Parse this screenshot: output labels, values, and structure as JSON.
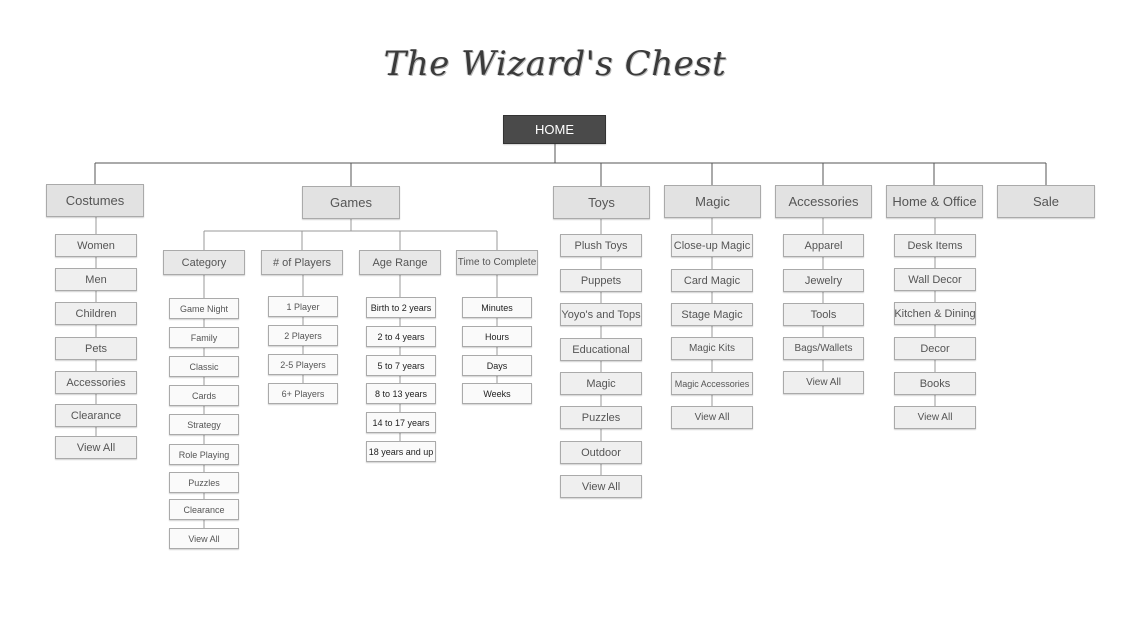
{
  "title": "The Wizard's Chest",
  "home": "HOME",
  "categories": {
    "costumes": {
      "label": "Costumes",
      "items": [
        "Women",
        "Men",
        "Children",
        "Pets",
        "Accessories",
        "Clearance",
        "View All"
      ]
    },
    "games": {
      "label": "Games",
      "groups": [
        {
          "label": "Category",
          "items": [
            "Game Night",
            "Family",
            "Classic",
            "Cards",
            "Strategy",
            "Role Playing",
            "Puzzles",
            "Clearance",
            "View All"
          ]
        },
        {
          "label": "# of Players",
          "items": [
            "1 Player",
            "2 Players",
            "2-5 Players",
            "6+ Players"
          ]
        },
        {
          "label": "Age Range",
          "items": [
            "Birth to 2 years",
            "2 to 4 years",
            "5 to 7 years",
            "8 to 13 years",
            "14 to 17 years",
            "18 years and up"
          ]
        },
        {
          "label": "Time to Complete",
          "items": [
            "Minutes",
            "Hours",
            "Days",
            "Weeks"
          ]
        }
      ]
    },
    "toys": {
      "label": "Toys",
      "items": [
        "Plush Toys",
        "Puppets",
        "Yoyo's and Tops",
        "Educational",
        "Magic",
        "Puzzles",
        "Outdoor",
        "View All"
      ]
    },
    "magic": {
      "label": "Magic",
      "items": [
        "Close-up Magic",
        "Card Magic",
        "Stage Magic",
        "Magic Kits",
        "Magic Accessories",
        "View All"
      ]
    },
    "accessories": {
      "label": "Accessories",
      "items": [
        "Apparel",
        "Jewelry",
        "Tools",
        "Bags/Wallets",
        "View All"
      ]
    },
    "home_office": {
      "label": "Home & Office",
      "items": [
        "Desk Items",
        "Wall Decor",
        "Kitchen & Dining",
        "Decor",
        "Books",
        "View All"
      ]
    },
    "sale": {
      "label": "Sale"
    }
  }
}
